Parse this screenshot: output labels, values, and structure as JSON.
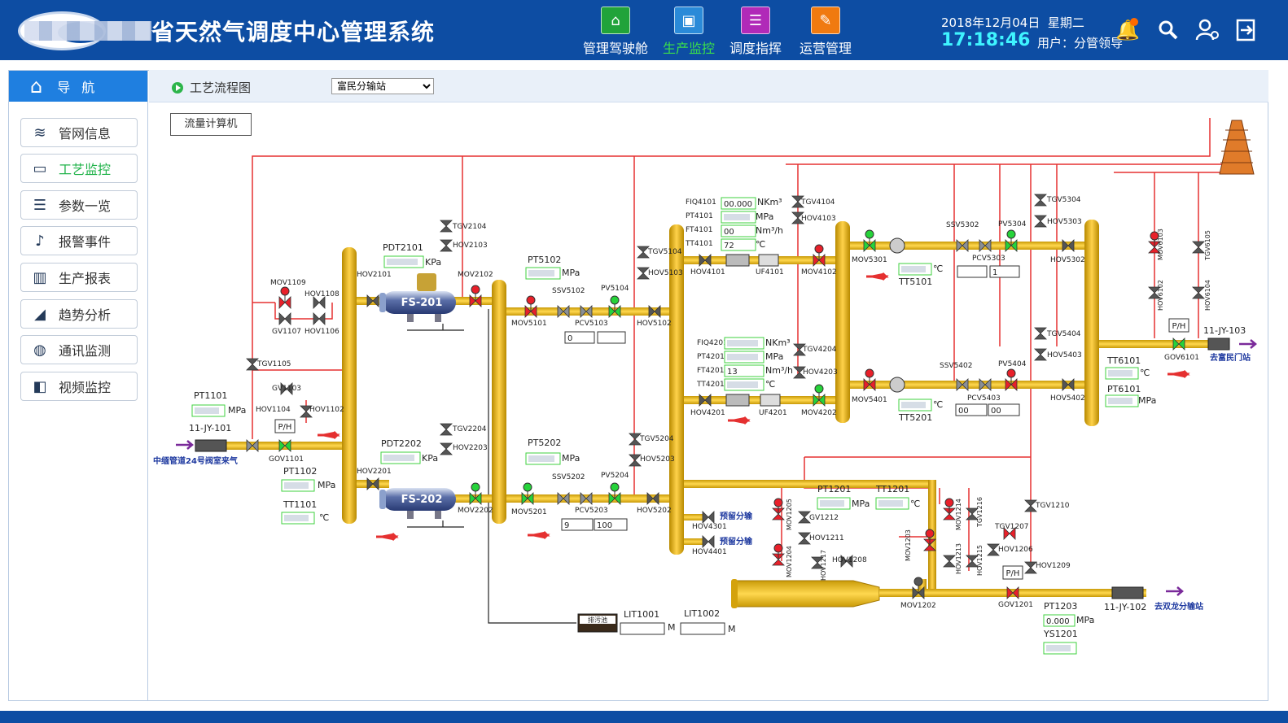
{
  "header": {
    "system_title": "省天然气调度中心管理系统",
    "modules": [
      {
        "label": "管理驾驶舱",
        "icon": "home-icon",
        "color": "#21a33a"
      },
      {
        "label": "生产监控",
        "icon": "monitor-icon",
        "color": "#2a8ad8",
        "active": true
      },
      {
        "label": "调度指挥",
        "icon": "list-icon",
        "color": "#b02ab8"
      },
      {
        "label": "运营管理",
        "icon": "manage-icon",
        "color": "#f07a10"
      }
    ],
    "date": "2018年12月04日",
    "weekday": "星期二",
    "time": "17:18:46",
    "user_label": "用户：",
    "user_name": "分管领导"
  },
  "sidebar": {
    "title": "导航",
    "items": [
      {
        "label": "管网信息",
        "icon": "layers-icon"
      },
      {
        "label": "工艺监控",
        "icon": "screen-icon",
        "active": true
      },
      {
        "label": "参数一览",
        "icon": "list-icon"
      },
      {
        "label": "报警事件",
        "icon": "bell-icon"
      },
      {
        "label": "生产报表",
        "icon": "bar-chart-icon"
      },
      {
        "label": "趋势分析",
        "icon": "trend-icon"
      },
      {
        "label": "通讯监测",
        "icon": "globe-icon"
      },
      {
        "label": "视频监控",
        "icon": "camera-icon"
      }
    ]
  },
  "content": {
    "title": "工艺流程图",
    "station_selected": "富民分输站",
    "flow_computer_button": "流量计算机"
  },
  "diagram": {
    "labels": {
      "inlet_source": "中缅管道24号阀室来气",
      "line_101": "11-JY-101",
      "line_102": "11-JY-102",
      "line_103": "11-JY-103",
      "dest_fumin": "去富民门站",
      "dest_shuanglong": "去双龙分输站",
      "reserve1": "预留分输",
      "reserve2": "预留分输",
      "sewage": "排污池",
      "fs201": "FS-201",
      "fs202": "FS-202",
      "ph": "P/H"
    },
    "tags": {
      "mov1109": "MOV1109",
      "hov1108": "HOV1108",
      "gv1107": "GV1107",
      "hov1106": "HOV1106",
      "tgv1105": "TGV1105",
      "gv1103": "GV1103",
      "hov1104": "HOV1104",
      "hov1102": "HOV1102",
      "pt1101": "PT1101",
      "gov1101": "GOV1101",
      "pt1102": "PT1102",
      "tt1101": "TT1101",
      "pdt2101": "PDT2101",
      "hov2101": "HOV2101",
      "tgv2104": "TGV2104",
      "hov2103": "HOV2103",
      "mov2102": "MOV2102",
      "pdt2202": "PDT2202",
      "hov2201": "HOV2201",
      "tgv2204": "TGV2204",
      "hov2203": "HOV2203",
      "mov2202": "MOV2202",
      "pt5102": "PT5102",
      "ssv5102": "SSV5102",
      "pv5104": "PV5104",
      "mov5101": "MOV5101",
      "pcv5103": "PCV5103",
      "hov5102": "HOV5102",
      "tgv5104": "TGV5104",
      "hov5103": "HOV5103",
      "pt5202": "PT5202",
      "ssv5202": "SSV5202",
      "pv5204": "PV5204",
      "mov5201": "MOV5201",
      "pcv5203": "PCV5203",
      "hov5202": "HOV5202",
      "tgv5204": "TGV5204",
      "hov5203": "HOV5203",
      "fiq4101": "FIQ4101",
      "pt4101": "PT4101",
      "ft4101": "FT4101",
      "tt4101": "TT4101",
      "tgv4104": "TGV4104",
      "hov4103": "HOV4103",
      "hov4101": "HOV4101",
      "uf4101": "UF4101",
      "mov4102": "MOV4102",
      "fiq4201": "FIQ4201",
      "pt4201": "PT4201",
      "ft4201": "FT4201",
      "tt4201": "TT4201",
      "tgv4204": "TGV4204",
      "hov4203": "HOV4203",
      "hov4201": "HOV4201",
      "uf4201": "UF4201",
      "mov4202": "MOV4202",
      "mov5301": "MOV5301",
      "tt5101": "TT5101",
      "ssv5302": "SSV5302",
      "pv5304": "PV5304",
      "pcv5303": "PCV5303",
      "tgv5304": "TGV5304",
      "hov5303": "HOV5303",
      "hov5302": "HOV5302",
      "mov5401": "MOV5401",
      "tt5201": "TT5201",
      "ssv5402": "SSV5402",
      "pv5404": "PV5404",
      "pcv5403": "PCV5403",
      "tgv5404": "TGV5404",
      "hov5403": "HOV5403",
      "hov5402": "HOV5402",
      "mov6103": "MOV6103",
      "hov6102": "HOV6102",
      "tgv6105": "TGV6105",
      "hov6104": "HOV6104",
      "tt6101": "TT6101",
      "pt6101": "PT6101",
      "gov6101": "GOV6101",
      "hov4301": "HOV4301",
      "hov4401": "HOV4401",
      "mov1205": "MOV1205",
      "gv1212": "GV1212",
      "hov1211": "HOV1211",
      "mov1204": "MOV1204",
      "hov1217": "HOV1217",
      "hov1208": "HOV1208",
      "pt1201": "PT1201",
      "tt1201": "TT1201",
      "mov1203": "MOV1203",
      "mov1214": "MOV1214",
      "tgv1216": "TGV1216",
      "hov1213": "HOV1213",
      "hov1215": "HOV1215",
      "tgv1210": "TGV1210",
      "tgv1207": "TGV1207",
      "hov1206": "HOV1206",
      "hov1209": "HOV1209",
      "mov1202": "MOV1202",
      "gov1201": "GOV1201",
      "pt1203": "PT1203",
      "ys1201": "YS1201",
      "lit1001": "LIT1001",
      "lit1002": "LIT1002"
    },
    "units": {
      "mpa": "MPa",
      "kpa": "KPa",
      "celsius": "℃",
      "nkm3": "NKm³",
      "nm3h": "Nm³/h",
      "m": "M"
    },
    "values": {
      "fiq4101": "00.000",
      "ft4101": "00",
      "tt4101": "72",
      "ft4201": "13",
      "pcv5103_a": "0",
      "pcv5203_a": "9",
      "pcv5203_b": "100",
      "pcv5403_a": "00",
      "pcv5403_b": "00",
      "pcv5303_b": "1",
      "pt1203": "0.000"
    }
  }
}
